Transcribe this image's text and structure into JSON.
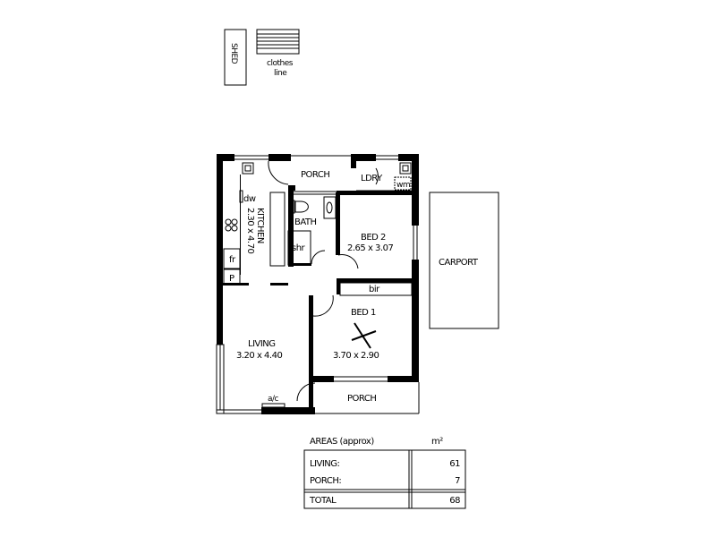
{
  "outbuildings": {
    "shed": "SHED",
    "clothes_line": [
      "clothes",
      "line"
    ]
  },
  "rooms": {
    "porch_front": "PORCH",
    "laundry": "LDRY",
    "washing_machine": "wm",
    "dishwasher": "dw",
    "kitchen": {
      "name": "KITCHEN",
      "size": "2.30 x 4.70"
    },
    "bath": "BATH",
    "shower": "shr",
    "fridge": "fr",
    "pantry": "P",
    "bed2": {
      "name": "BED 2",
      "size": "2.65 x 3.07"
    },
    "built_in_robe": "bir",
    "bed1": {
      "name": "BED 1",
      "size": "3.70 x 2.90"
    },
    "living": {
      "name": "LIVING",
      "size": "3.20 x 4.40"
    },
    "air_con": "a/c",
    "porch_rear": "PORCH",
    "carport": "CARPORT"
  },
  "areas": {
    "title": "AREAS (approx)",
    "unit": "m²",
    "rows": [
      {
        "label": "LIVING:",
        "value": "61"
      },
      {
        "label": "PORCH:",
        "value": "7"
      }
    ],
    "total": {
      "label": "TOTAL",
      "value": "68"
    }
  }
}
